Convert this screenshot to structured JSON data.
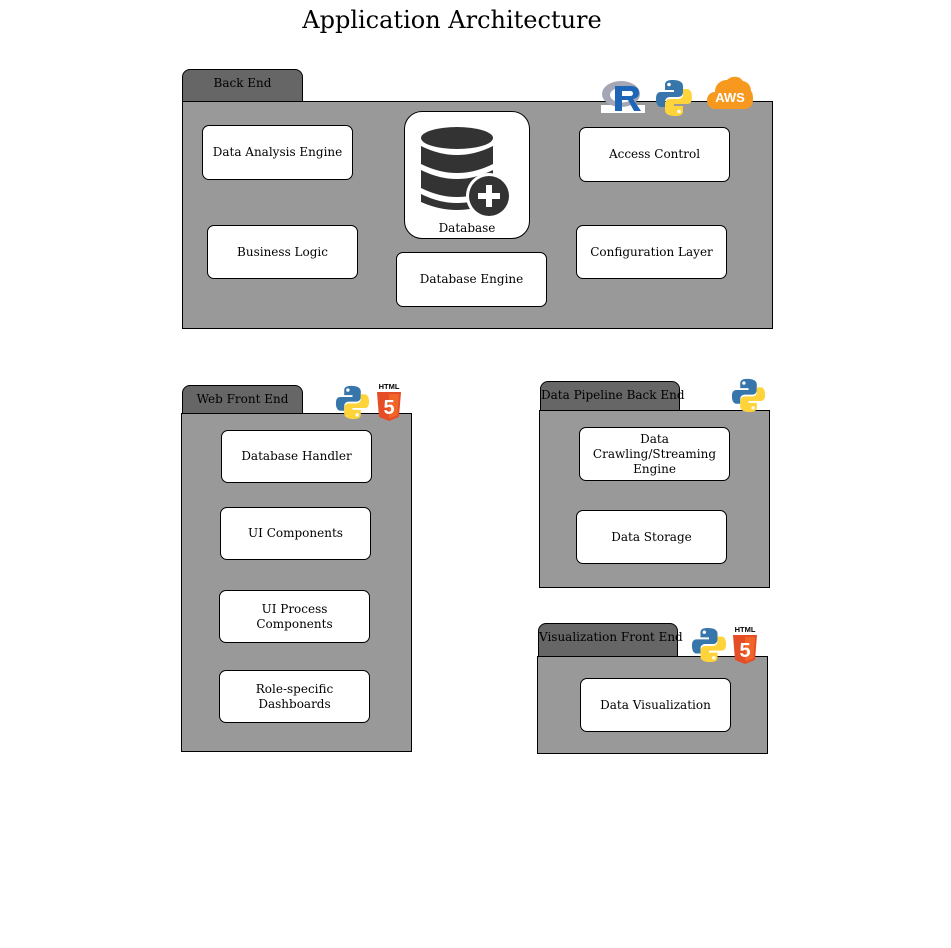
{
  "title": "Application Architecture",
  "back_end": {
    "tab": "Back End",
    "components": {
      "data_analysis_engine": "Data Analysis Engine",
      "business_logic": "Business Logic",
      "database": "Database",
      "database_engine": "Database Engine",
      "access_control": "Access Control",
      "configuration_layer": "Configuration Layer"
    },
    "tech_icons": [
      "r-logo-icon",
      "python-logo-icon",
      "aws-logo-icon"
    ],
    "aws_label": "AWS"
  },
  "web_front_end": {
    "tab": "Web Front End",
    "components": {
      "database_handler": "Database Handler",
      "ui_components": "UI Components",
      "ui_process_components": "UI Process Components",
      "role_dashboards": "Role-specific Dashboards"
    },
    "tech_icons": [
      "python-logo-icon",
      "html5-logo-icon"
    ]
  },
  "data_pipeline": {
    "tab": "Data Pipeline Back End",
    "components": {
      "crawling_engine": "Data Crawling/Streaming Engine",
      "data_storage": "Data Storage"
    },
    "tech_icons": [
      "python-logo-icon"
    ]
  },
  "visualization": {
    "tab": "Visualization Front End",
    "components": {
      "data_visualization": "Data Visualization"
    },
    "tech_icons": [
      "python-logo-icon",
      "html5-logo-icon"
    ]
  },
  "html5": {
    "word": "HTML",
    "digit": "5"
  },
  "colors": {
    "panel": "#999999",
    "tab": "#666666",
    "box": "#ffffff",
    "python_blue": "#3776ab",
    "python_yellow": "#ffd43b",
    "html5_orange": "#e44d26",
    "aws_orange": "#f7981f",
    "database_icon": "#333333"
  }
}
